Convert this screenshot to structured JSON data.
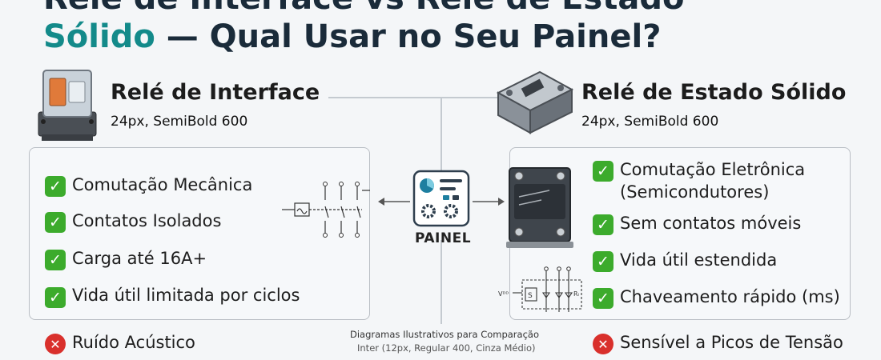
{
  "title": {
    "line1": "Relé de Interface vs Relé de Estado",
    "line2_part1": "Sólido",
    "line2_part2": " — Qual Usar no Seu Painel?"
  },
  "left": {
    "heading": "Relé de Interface",
    "subheading": "24px, SemiBold 600",
    "pros": [
      "Comutação Mecânica",
      "Contatos Isolados",
      "Carga até 16A+",
      "Vida útil limitada por ciclos"
    ],
    "con": "Ruído Acústico"
  },
  "right": {
    "heading": "Relé de Estado Sólido",
    "subheading": "24px, SemiBold 600",
    "pros": [
      "Comutação Eletrônica",
      "(Semicondutores)",
      "Sem contatos móveis",
      "Vida útil estendida",
      "Chaveamento rápido (ms)"
    ],
    "con": "Sensível a Picos de Tensão"
  },
  "center": {
    "panel_label": "PAINEL",
    "caption_line1": "Diagramas Ilustrativos para Comparação",
    "caption_line2": "Inter (12px, Regular 400, Cinza Médio)"
  },
  "ssr_diagram": {
    "vin_label": "Vᴰᴰ",
    "s_label": "S",
    "rl_label": "Rₗ"
  },
  "icons": {
    "check": "check-icon",
    "cross": "cross-icon",
    "relay": "interface-relay-icon",
    "ssr": "solid-state-relay-icon",
    "panel": "control-panel-icon"
  },
  "colors": {
    "accent_teal": "#138a8a",
    "check_green": "#3cab2c",
    "cross_red": "#d9302c"
  }
}
